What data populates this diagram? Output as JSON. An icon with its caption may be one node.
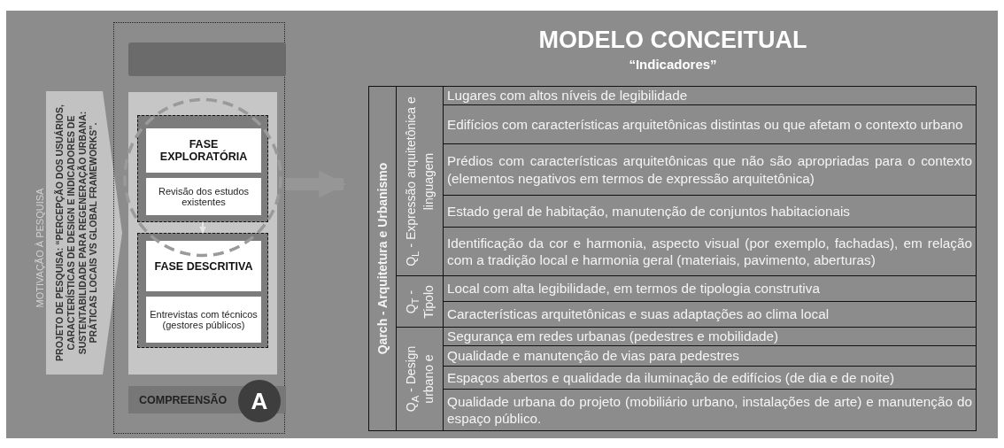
{
  "diagram": {
    "title": "MODELO CONCEITUAL",
    "nodes": [
      {
        "text": [
          "PROJETO DE PESQUISA: “PERCEPÇÃO DOS USUÁRIOS, CARACTERÍSTICAS DE DESIGN E INDICADORES DE SUSTENTABILIDADE PARA REGENERAÇÃO URBANA: PRÁTICAS LOCAIS VS GLOBAL FRAMEWORKS”."
        ],
        "beside": [
          "MOTIVAÇÃO À PESQUISA"
        ]
      },
      {
        "text": [],
        "shape": "box"
      },
      {
        "text": [],
        "shape": "bar",
        "in": 1
      },
      {
        "text": [],
        "shape": "box",
        "in": 1
      },
      {
        "text": [],
        "shape": "box",
        "in": 3
      },
      {
        "text": [
          "FASE EXPLORATÓRIA"
        ],
        "in": 4
      },
      {
        "text": [
          "Revisão dos estudos existentes"
        ],
        "in": 4
      },
      {
        "text": [],
        "shape": "box",
        "in": 3
      },
      {
        "text": [
          "FASE DESCRITIVA"
        ],
        "in": 7
      },
      {
        "text": [
          "Entrevistas com técnicos (gestores públicos)"
        ],
        "in": 7
      },
      {
        "text": [
          "COMPREENSÃO"
        ],
        "in": 1
      },
      {
        "text": [
          "A"
        ],
        "in": 1
      }
    ],
    "edges": [
      {
        "from": 4,
        "to": 7,
        "arrow": "to"
      },
      {
        "from": 1,
        "to": null,
        "arrow": "to",
        "style": "thick",
        "color": "#9e9e9e"
      }
    ],
    "labels": [
      "“Indicadores”",
      "Qarch - Arquitetura e Urbanismo",
      "Q$_{L}$ - Expressão arquitetônica e linguagem",
      "Lugares com altos níveis de legibilidade",
      "Edifícios com características arquitetônicas distintas ou que afetam o contexto urbano",
      "Prédios com características arquitetônicas que não são apropriadas para o contexto (elementos negativos em termos de expressão arquitetônica)",
      "Estado geral de habitação, manutenção de conjuntos habitacionais",
      "Identificação da cor e harmonia, aspecto visual (por exemplo, fachadas), em relação com a tradição local e harmonia geral (materiais, pavimento, aberturas)",
      "Q$_{T}$ - Tipolo",
      "Local com alta legibilidade, em termos de tipologia construtiva",
      "Características arquitetônicas e suas adaptações ao clima local",
      "Q$_{A}$ - Design urbano e",
      "Segurança em redes urbanas (pedestres e mobilidade)",
      "Qualidade e manutenção de vias para pedestres",
      "Espaços abertos e qualidade da iluminação de edifícios (de dia e de noite)",
      "Qualidade urbana do projeto (mobiliário urbano, instalações de arte) e manutenção do espaço público."
    ]
  }
}
